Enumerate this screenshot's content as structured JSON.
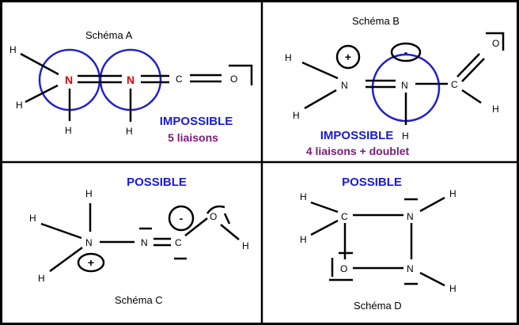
{
  "colors": {
    "verdict": "#1a1ad6",
    "detail": "#7a1a7a",
    "highlight_atom": "#e00000",
    "circle": "#2020c8"
  },
  "schemes": {
    "a": {
      "title": "Schéma A",
      "verdict": "IMPOSSIBLE",
      "detail": "5 liaisons",
      "atoms": {
        "h1": "H",
        "h2": "H",
        "h3": "H",
        "h4": "H",
        "n1": "N",
        "n2": "N",
        "c": "C",
        "o": "O"
      }
    },
    "b": {
      "title": "Schéma B",
      "verdict": "IMPOSSIBLE",
      "detail": "4 liaisons + doublet",
      "atoms": {
        "h1": "H",
        "h2": "H",
        "h3": "H",
        "h4": "H",
        "n1": "N",
        "n2": "N",
        "c": "C",
        "o": "O"
      },
      "charges": {
        "plus": "+",
        "minus": "-"
      }
    },
    "c": {
      "title": "Schéma C",
      "verdict": "POSSIBLE",
      "atoms": {
        "h1": "H",
        "h2": "H",
        "h3": "H",
        "h4": "H",
        "n1": "N",
        "n2": "N",
        "c": "C",
        "o": "O"
      },
      "charges": {
        "plus": "+",
        "minus": "-"
      }
    },
    "d": {
      "title": "Schéma D",
      "verdict": "POSSIBLE",
      "atoms": {
        "h1": "H",
        "h2": "H",
        "h3": "H",
        "h4": "H",
        "n1": "N",
        "n2": "N",
        "c": "C",
        "o": "O"
      }
    }
  }
}
